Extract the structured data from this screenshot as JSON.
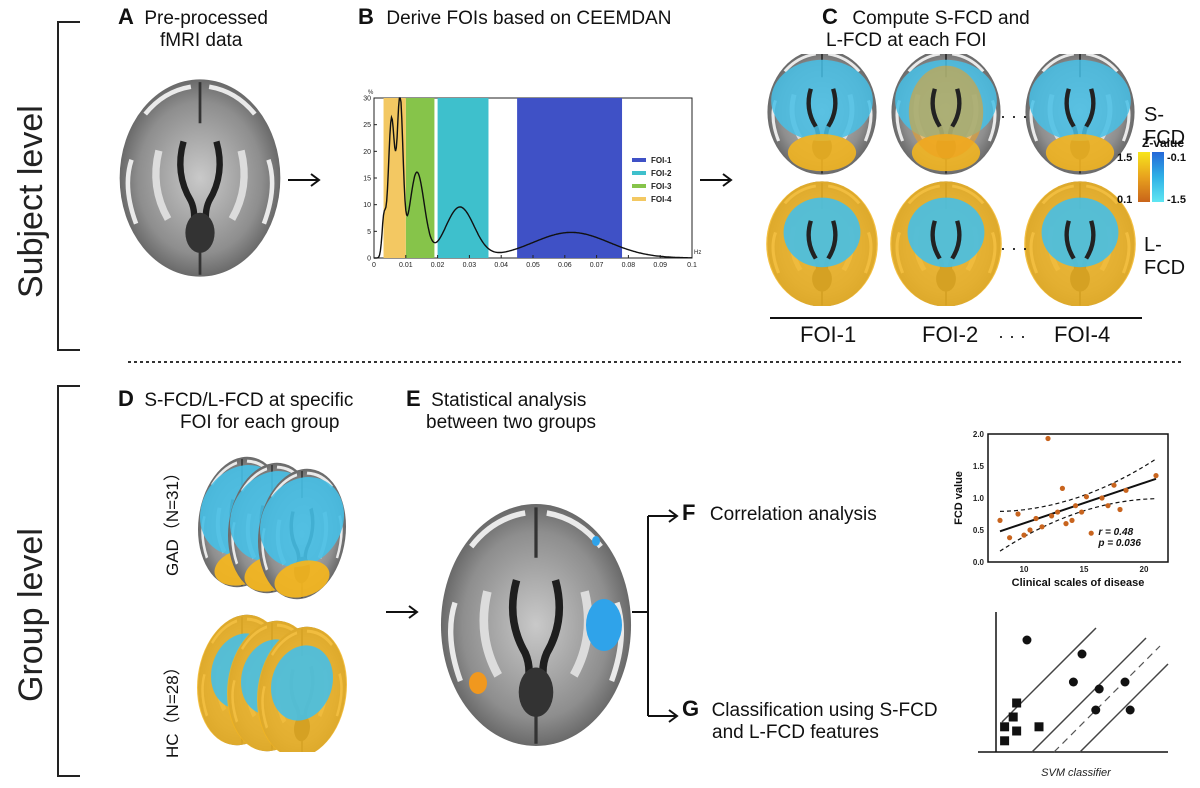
{
  "levels": {
    "subject": "Subject level",
    "group": "Group level"
  },
  "panels": {
    "A": {
      "letter": "A",
      "title_line1": "Pre-processed",
      "title_line2": "fMRI data"
    },
    "B": {
      "letter": "B",
      "title_line1": "Derive FOIs based on CEEMDAN"
    },
    "C": {
      "letter": "C",
      "title_line1": "Compute S-FCD and",
      "title_line2": "L-FCD at each FOI"
    },
    "D": {
      "letter": "D",
      "title_line1": "S-FCD/L-FCD at specific",
      "title_line2": "FOI for each group"
    },
    "E": {
      "letter": "E",
      "title_line1": "Statistical analysis",
      "title_line2": "between two groups"
    },
    "F": {
      "letter": "F",
      "title_line1": "Correlation analysis"
    },
    "G": {
      "letter": "G",
      "title_line1": "Classification using S-FCD",
      "title_line2": "and L-FCD features"
    }
  },
  "panel_c": {
    "row_labels": [
      "S-FCD",
      "L-FCD"
    ],
    "col_labels": [
      "FOI-1",
      "FOI-2",
      "FOI-4"
    ],
    "ellipsis": "· · ·",
    "zvalue": {
      "title": "Z-value",
      "pos_max": "1.5",
      "pos_min": "0.1",
      "neg_min": "-0.1",
      "neg_max": "-1.5"
    }
  },
  "panel_d": {
    "groups": [
      "GAD（N=31）",
      "HC（N=28）"
    ]
  },
  "svm_caption": "SVM classifier",
  "colors": {
    "foi1": "#3f51c6",
    "foi2": "#3ec0cc",
    "foi3": "#86c44a",
    "foi4": "#f3c862",
    "scatter_point": "#c8641e",
    "brain_pos": "#f2b521",
    "brain_neg": "#46bfe6"
  },
  "chart_data": [
    {
      "type": "line",
      "xlabel": "Hz",
      "ylabel": "%",
      "xlim": [
        0,
        0.1
      ],
      "ylim": [
        0,
        30
      ],
      "xticks": [
        "0",
        "0.01",
        "0.02",
        "0.03",
        "0.04",
        "0.05",
        "0.06",
        "0.07",
        "0.08",
        "0.09",
        "0.1"
      ],
      "yticks": [
        "0",
        "5",
        "10",
        "15",
        "20",
        "25",
        "30"
      ],
      "bands": [
        {
          "name": "FOI-1",
          "from": 0.045,
          "to": 0.078,
          "color": "#3f51c6"
        },
        {
          "name": "FOI-2",
          "from": 0.02,
          "to": 0.036,
          "color": "#3ec0cc"
        },
        {
          "name": "FOI-3",
          "from": 0.01,
          "to": 0.019,
          "color": "#86c44a"
        },
        {
          "name": "FOI-4",
          "from": 0.003,
          "to": 0.01,
          "color": "#f3c862"
        }
      ],
      "series": [
        {
          "peaks": [
            {
              "mu": 0.0055,
              "sigma": 0.001,
              "amp": 26
            },
            {
              "mu": 0.0082,
              "sigma": 0.0009,
              "amp": 29
            },
            {
              "mu": 0.0031,
              "sigma": 0.0006,
              "amp": 7
            },
            {
              "mu": 0.0135,
              "sigma": 0.0023,
              "amp": 16
            },
            {
              "mu": 0.027,
              "sigma": 0.0045,
              "amp": 9.5
            },
            {
              "mu": 0.062,
              "sigma": 0.012,
              "amp": 4.8
            }
          ]
        }
      ]
    },
    {
      "type": "scatter",
      "xlabel": "Clinical scales of disease",
      "ylabel": "FCD value",
      "xlim": [
        7,
        22
      ],
      "ylim": [
        0,
        2.0
      ],
      "xticks": [
        "10",
        "15",
        "20"
      ],
      "yticks": [
        "0.0",
        "0.5",
        "1.0",
        "1.5",
        "2.0"
      ],
      "annotations": [
        "r = 0.48",
        "p = 0.036"
      ],
      "points": [
        [
          8,
          0.65
        ],
        [
          8.8,
          0.38
        ],
        [
          9.5,
          0.75
        ],
        [
          10,
          0.42
        ],
        [
          10.5,
          0.5
        ],
        [
          11,
          0.68
        ],
        [
          11.5,
          0.55
        ],
        [
          12,
          1.93
        ],
        [
          12.3,
          0.72
        ],
        [
          12.8,
          0.78
        ],
        [
          13.2,
          1.15
        ],
        [
          13.5,
          0.6
        ],
        [
          14,
          0.65
        ],
        [
          14.3,
          0.88
        ],
        [
          14.8,
          0.78
        ],
        [
          15.2,
          1.02
        ],
        [
          15.6,
          0.45
        ],
        [
          16.5,
          1.0
        ],
        [
          17,
          0.88
        ],
        [
          17.5,
          1.2
        ],
        [
          18,
          0.82
        ],
        [
          18.5,
          1.12
        ],
        [
          21,
          1.35
        ]
      ],
      "fit": {
        "x0": 8,
        "y0": 0.48,
        "x1": 21,
        "y1": 1.3
      }
    },
    {
      "type": "scatter",
      "xlabel": "SVM classifier",
      "series": [
        {
          "marker": "circle",
          "points": [
            [
              0.18,
              0.8
            ],
            [
              0.5,
              0.7
            ],
            [
              0.45,
              0.5
            ],
            [
              0.6,
              0.45
            ],
            [
              0.75,
              0.5
            ],
            [
              0.58,
              0.3
            ],
            [
              0.78,
              0.3
            ]
          ]
        },
        {
          "marker": "square",
          "points": [
            [
              0.05,
              0.18
            ],
            [
              0.12,
              0.15
            ],
            [
              0.05,
              0.08
            ],
            [
              0.1,
              0.25
            ],
            [
              0.25,
              0.18
            ],
            [
              0.12,
              0.35
            ]
          ]
        }
      ]
    }
  ]
}
